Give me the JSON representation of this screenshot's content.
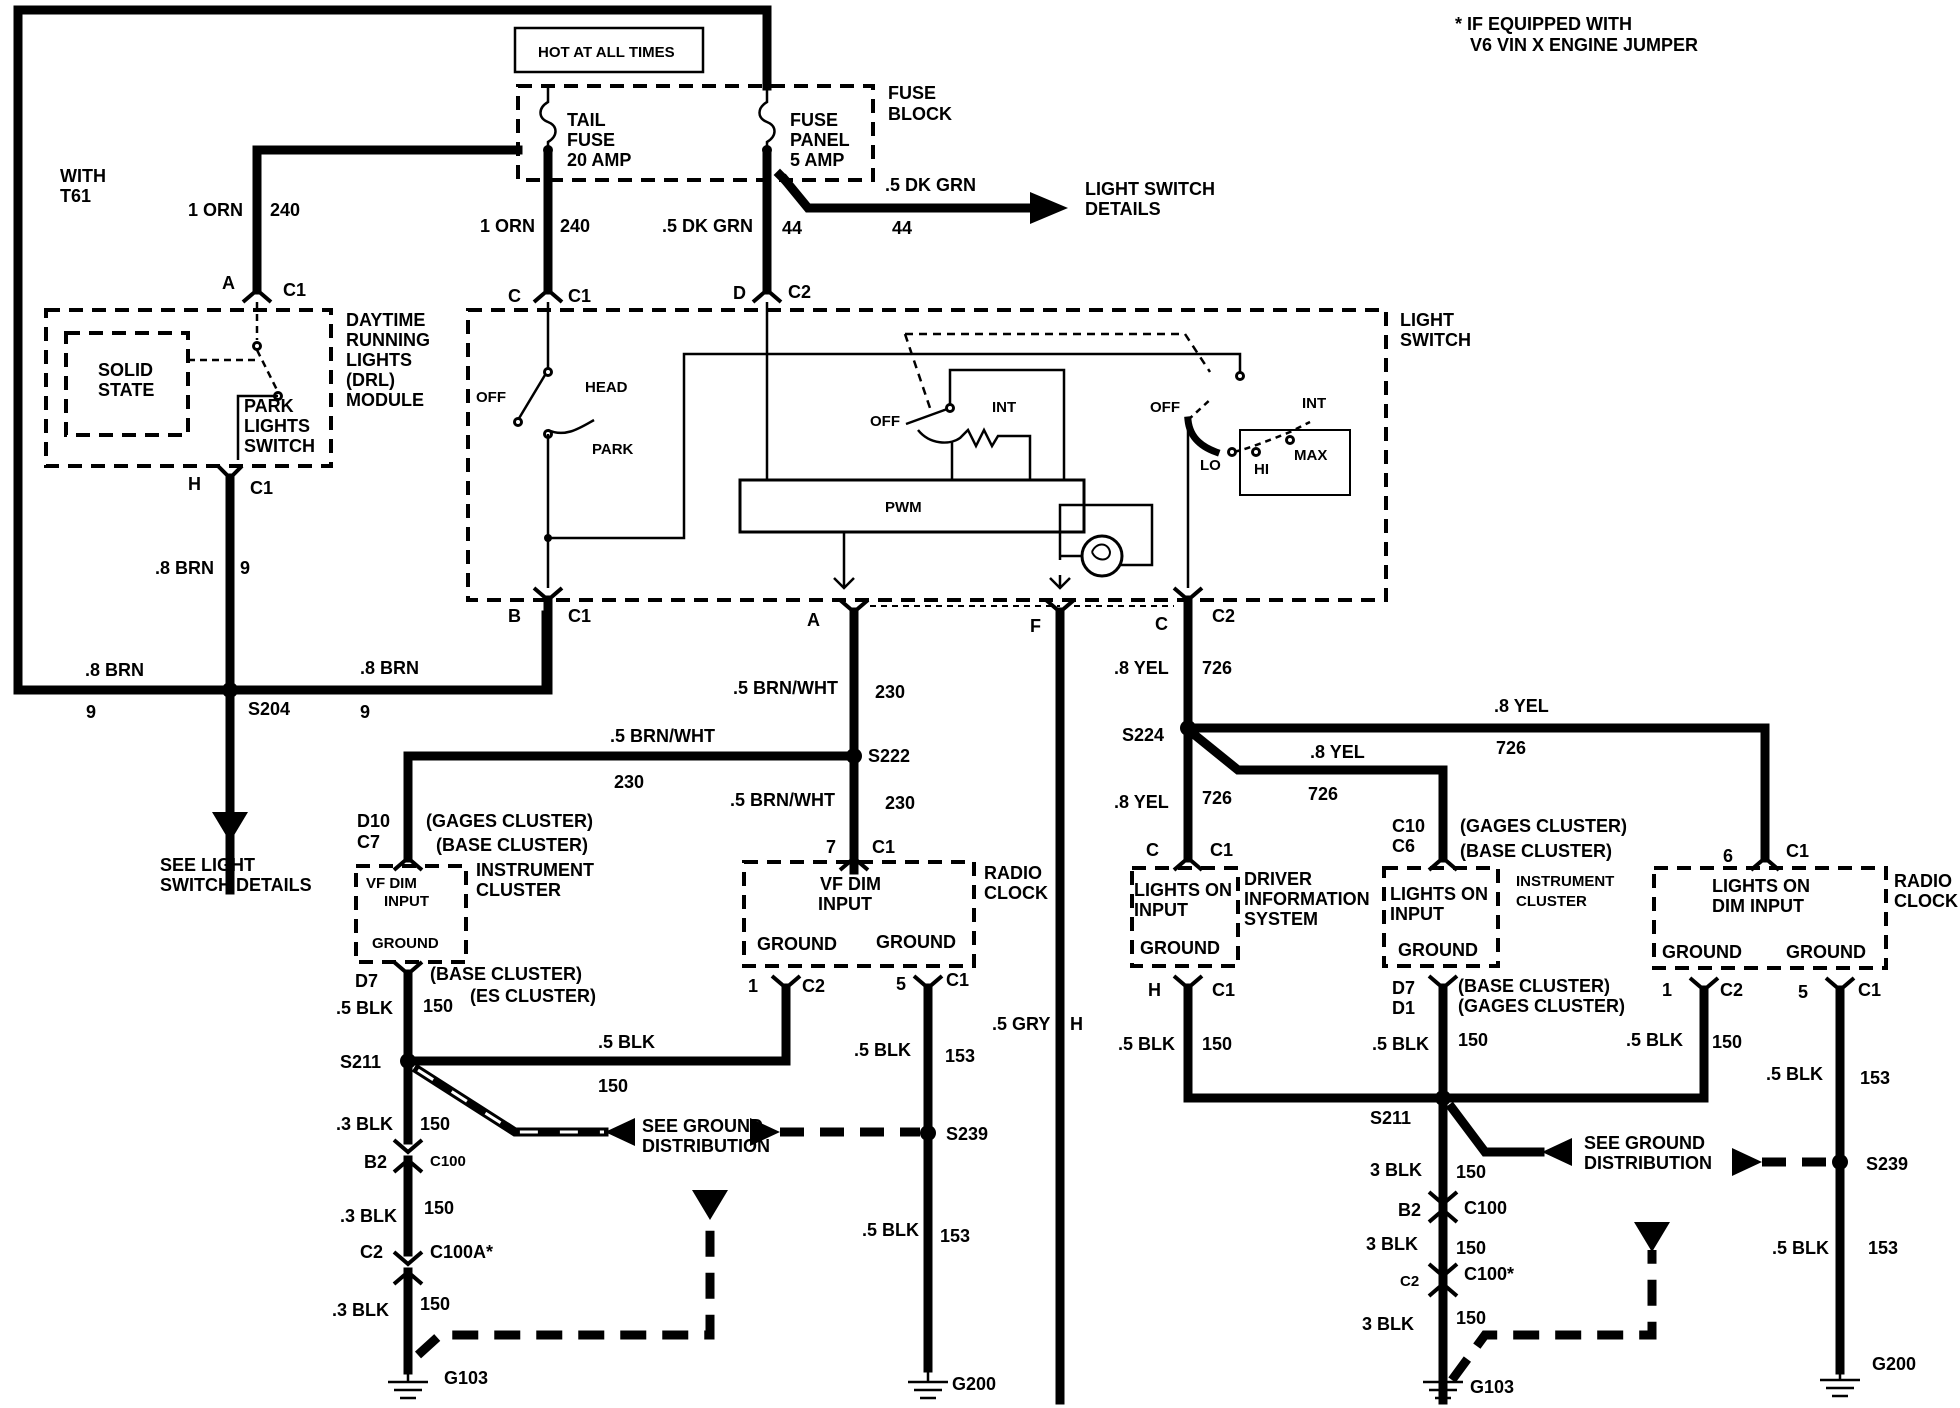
{
  "note": {
    "line1": "* IF EQUIPPED WITH",
    "line2": "V6 VIN X ENGINE JUMPER"
  },
  "top": {
    "hot_at_all_times": "HOT AT ALL TIMES",
    "tail_fuse": [
      "TAIL",
      "FUSE",
      "20 AMP"
    ],
    "fuse_panel": [
      "FUSE",
      "PANEL",
      "5 AMP"
    ],
    "fuse_block": [
      "FUSE",
      "BLOCK"
    ],
    "with_t61": [
      "WITH",
      "T61"
    ],
    "wire_240_a": {
      "color": "1 ORN",
      "circuit": "240"
    },
    "wire_240_b": {
      "color": "1 ORN",
      "circuit": "240"
    },
    "wire_44": {
      "color": ".5 DK GRN",
      "circuit": "44"
    },
    "wire_44_arrow": {
      "color": ".5 DK GRN",
      "circuit": "44"
    },
    "light_switch_details": [
      "LIGHT SWITCH",
      "DETAILS"
    ]
  },
  "drl": {
    "pin_a": "A",
    "conn_a": "C1",
    "solid_state": [
      "SOLID",
      "STATE"
    ],
    "park_lights_switch": [
      "PARK",
      "LIGHTS",
      "SWITCH"
    ],
    "module_label": [
      "DAYTIME",
      "RUNNING",
      "LIGHTS",
      "(DRL)",
      "MODULE"
    ],
    "pin_h": "H",
    "conn_h": "C1",
    "wire_9": {
      "color": ".8 BRN",
      "circuit": "9"
    }
  },
  "light_switch": {
    "label": [
      "LIGHT",
      "SWITCH"
    ],
    "pin_c": "C",
    "conn_c": "C1",
    "pin_d": "D",
    "conn_d": "C2",
    "off": "OFF",
    "head": "HEAD",
    "park": "PARK",
    "off2": "OFF",
    "int": "INT",
    "off3": "OFF",
    "int3": "INT",
    "lo": "LO",
    "hi": "HI",
    "max": "MAX",
    "pwm": "PWM",
    "pin_b": "B",
    "conn_b": "C1",
    "pin_a": "A",
    "pin_f": "F",
    "pin_c2": "C",
    "conn_c2": "C2"
  },
  "s204": {
    "left_color": ".8 BRN",
    "left_circuit": "9",
    "right_color": ".8 BRN",
    "right_circuit": "9",
    "splice": "S204",
    "see_light_switch_details": [
      "SEE LIGHT",
      "SWITCH DETAILS"
    ]
  },
  "left_section": {
    "wire_230_a": {
      "color": ".5 BRN/WHT",
      "circuit": "230"
    },
    "splice_s222": "S222",
    "wire_230_b": {
      "color": ".5 BRN/WHT",
      "circuit": "230"
    },
    "wire_230_c": {
      "color": ".5 BRN/WHT",
      "circuit": "230"
    },
    "ic_pins": [
      "D10",
      "C7"
    ],
    "ic_clusters": [
      "(GAGES CLUSTER)",
      "(BASE CLUSTER)"
    ],
    "ic_vf": [
      "VF DIM",
      "INPUT"
    ],
    "ic_ground": "GROUND",
    "ic_label": [
      "INSTRUMENT",
      "CLUSTER"
    ],
    "ic_pin_d7": "D7",
    "ic_clusters_b": [
      "(BASE CLUSTER)",
      "(ES CLUSTER)"
    ],
    "radio_pin": "7",
    "radio_conn": "C1",
    "radio_vf": [
      "VF DIM",
      "INPUT"
    ],
    "radio_ground1": "GROUND",
    "radio_ground2": "GROUND",
    "radio_label": [
      "RADIO",
      "CLOCK"
    ],
    "radio_pin1": "1",
    "radio_conn1": "C2",
    "radio_pin5": "5",
    "radio_conn5": "C1",
    "wire_150_a": {
      "color": ".5 BLK",
      "circuit": "150"
    },
    "splice_s211": "S211",
    "wire_150_b": {
      "color": ".5 BLK",
      "circuit": "150"
    },
    "wire_153_a": {
      "color": ".5 BLK",
      "circuit": "153"
    },
    "wire_150_c": {
      "color": ".3 BLK",
      "circuit": "150"
    },
    "see_ground": [
      "SEE GROUND",
      "DISTRIBUTION"
    ],
    "splice_s239": "S239",
    "c100_pin": "B2",
    "c100": "C100",
    "wire_150_d": {
      "color": ".3 BLK",
      "circuit": "150"
    },
    "c100a_pin": "C2",
    "c100a": "C100A*",
    "wire_153_b": {
      "color": ".5 BLK",
      "circuit": "153"
    },
    "wire_150_e": {
      "color": ".3 BLK",
      "circuit": "150"
    },
    "g103": "G103",
    "g200": "G200",
    "wire_gry": {
      "color": ".5 GRY",
      "circuit": "H"
    }
  },
  "right_section": {
    "wire_726_a": {
      "color": ".8 YEL",
      "circuit": "726"
    },
    "splice_s224": "S224",
    "wire_726_top": {
      "color": ".8 YEL",
      "circuit": "726"
    },
    "wire_726_mid": {
      "color": ".8 YEL",
      "circuit": "726"
    },
    "wire_726_b": {
      "color": ".8 YEL",
      "circuit": "726"
    },
    "dis_pin": "C",
    "dis_conn": "C1",
    "dis_lights": [
      "LIGHTS ON",
      "INPUT"
    ],
    "dis_ground": "GROUND",
    "dis_label": [
      "DRIVER",
      "INFORMATION",
      "SYSTEM"
    ],
    "dis_pin_h": "H",
    "dis_conn_h": "C1",
    "ic_pins": [
      "C10",
      "C6"
    ],
    "ic_clusters": [
      "(GAGES CLUSTER)",
      "(BASE CLUSTER)"
    ],
    "ic_lights": [
      "LIGHTS ON",
      "INPUT"
    ],
    "ic_ground": "GROUND",
    "ic_label": [
      "INSTRUMENT",
      "CLUSTER"
    ],
    "ic_pins_b": [
      "D7",
      "D1"
    ],
    "ic_clusters_b": [
      "(BASE CLUSTER)",
      "(GAGES CLUSTER)"
    ],
    "radio_pin": "6",
    "radio_conn": "C1",
    "radio_lights": [
      "LIGHTS ON",
      "DIM INPUT"
    ],
    "radio_ground1": "GROUND",
    "radio_ground2": "GROUND",
    "radio_label": [
      "RADIO",
      "CLOCK"
    ],
    "radio_pin1": "1",
    "radio_conn1": "C2",
    "radio_pin5": "5",
    "radio_conn5": "C1",
    "wire_150_a": {
      "color": ".5 BLK",
      "circuit": "150"
    },
    "wire_150_b": {
      "color": ".5 BLK",
      "circuit": "150"
    },
    "wire_150_c": {
      "color": ".5 BLK",
      "circuit": "150"
    },
    "wire_153_a": {
      "color": ".5 BLK",
      "circuit": "153"
    },
    "splice_s211": "S211",
    "wire_150_d": {
      "color": "3 BLK",
      "circuit": "150"
    },
    "see_ground": [
      "SEE GROUND",
      "DISTRIBUTION"
    ],
    "splice_s239": "S239",
    "c100_pin": "B2",
    "c100": "C100",
    "wire_150_e": {
      "color": "3 BLK",
      "circuit": "150"
    },
    "c100b_pin": "C2",
    "c100b": "C100*",
    "wire_153_b": {
      "color": ".5 BLK",
      "circuit": "153"
    },
    "wire_150_f": {
      "color": "3 BLK",
      "circuit": "150"
    },
    "g103": "G103",
    "g200": "G200"
  }
}
